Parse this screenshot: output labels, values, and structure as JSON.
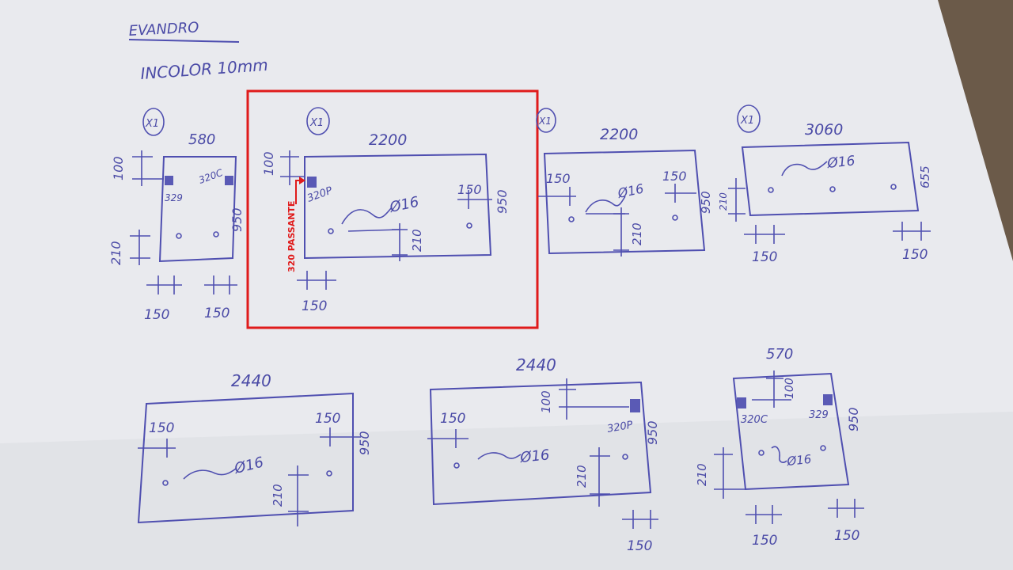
{
  "header": {
    "client": "EVANDRO",
    "material": "INCOLOR 10mm"
  },
  "qty_mark": "X1",
  "annotation": {
    "label": "320 PASSANTE",
    "color": "#e01b1b"
  },
  "colors": {
    "ink": "#4a4aa6",
    "paper": "#e9eaee",
    "highlight": "#e01b1b"
  },
  "parts": {
    "p1": {
      "width": "580",
      "height": "950",
      "top": "100",
      "bottom": "210",
      "left": "150",
      "right": "150",
      "cut_left": "329",
      "cut_right": "320C"
    },
    "p2": {
      "width": "2200",
      "height": "950",
      "top": "100",
      "right": "150",
      "bottom": "210",
      "left": "150",
      "cut": "320P",
      "hole": "Ø16"
    },
    "p3": {
      "width": "2200",
      "height": "950",
      "left": "150",
      "right": "150",
      "hole": "Ø16",
      "bottom": "210"
    },
    "p4": {
      "width": "3060",
      "height": "655",
      "side": "210",
      "hole": "Ø16",
      "left": "150",
      "right": "150"
    },
    "p5": {
      "width": "2440",
      "height": "950",
      "left": "150",
      "right": "150",
      "hole": "Ø16",
      "bottom": "210"
    },
    "p6": {
      "width": "2440",
      "height": "950",
      "top": "100",
      "left": "150",
      "cut": "320P",
      "hole": "Ø16",
      "bottom": "210",
      "right": "150"
    },
    "p7": {
      "width": "570",
      "height": "950",
      "top": "100",
      "cut_left": "320C",
      "cut_right": "329",
      "hole": "Ø16",
      "side": "210",
      "left": "150",
      "right": "150"
    }
  }
}
